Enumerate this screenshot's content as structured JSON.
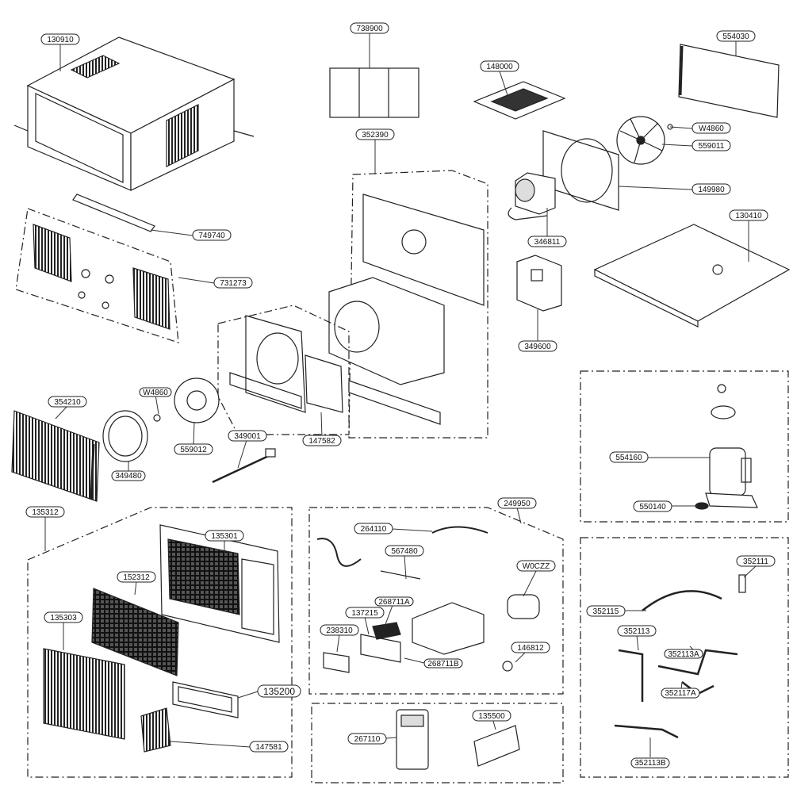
{
  "part_labels": {
    "p130910": "130910",
    "p738900": "738900",
    "p148000": "148000",
    "p554030": "554030",
    "p352390": "352390",
    "pW4860_top": "W4860",
    "p559011": "559011",
    "p149980": "149980",
    "p749740": "749740",
    "p346811": "346811",
    "p130410": "130410",
    "p731273": "731273",
    "p349600": "349600",
    "p354210": "354210",
    "pW4860_mid": "W4860",
    "p559012": "559012",
    "p349001": "349001",
    "p147582": "147582",
    "p349480": "349480",
    "p554160": "554160",
    "p550140": "550140",
    "p135312": "135312",
    "p135301": "135301",
    "p249950": "249950",
    "p264110": "264110",
    "p567480": "567480",
    "pW0CZZ": "W0CZZ",
    "p352111": "352111",
    "p152312": "152312",
    "p268711A": "268711A",
    "p135303": "135303",
    "p137215": "137215",
    "p352115": "352115",
    "p238310": "238310",
    "p352113": "352113",
    "p352113A": "352113A",
    "p268711B": "268711B",
    "p146812": "146812",
    "p352117A": "352117A",
    "p135200": "135200",
    "p147581": "147581",
    "p267110": "267110",
    "p135500": "135500",
    "p352113B": "352113B"
  }
}
